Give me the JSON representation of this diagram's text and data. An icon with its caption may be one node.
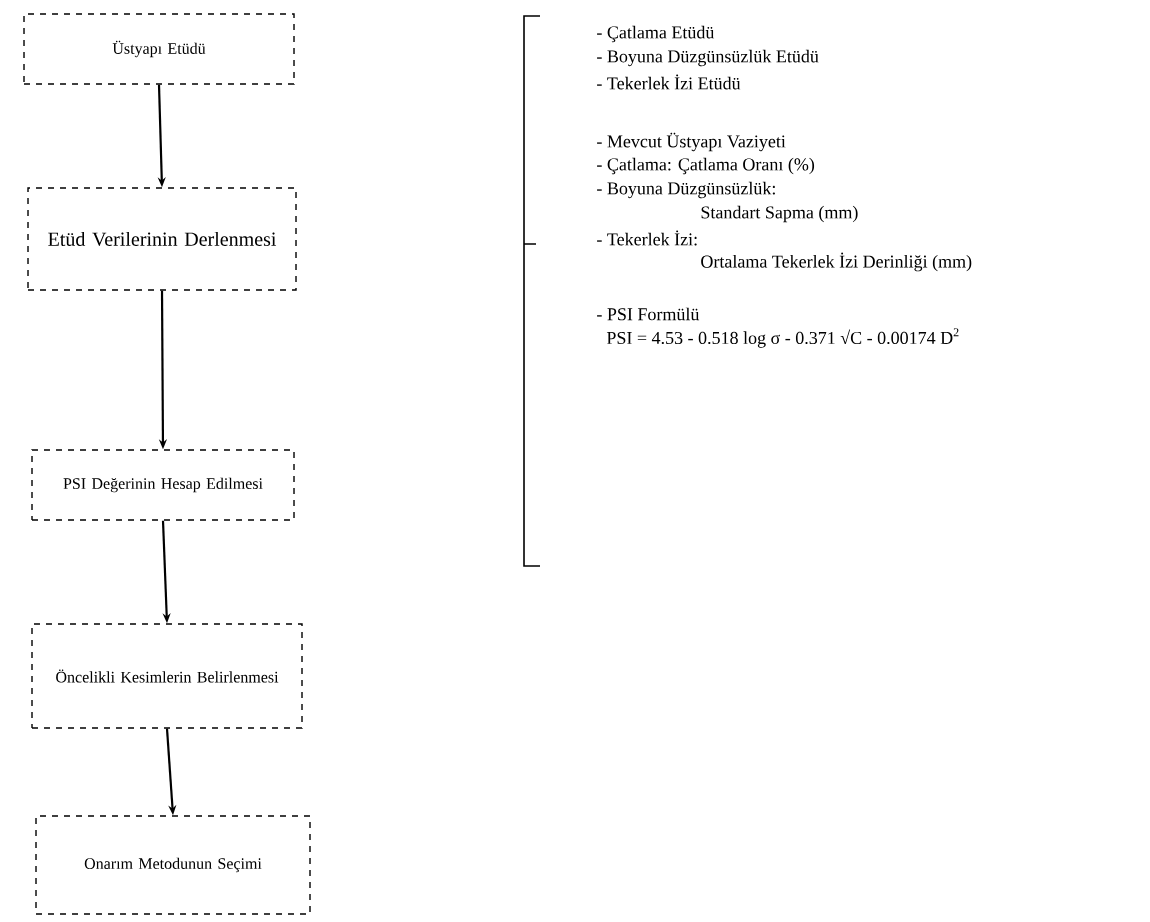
{
  "diagram": {
    "nodes": [
      {
        "text": [
          "Üstyapı Etüdü"
        ]
      },
      {
        "text": [
          "Etüd Verilerinin Derlenmesi"
        ]
      },
      {
        "text": [
          "PSI Değerinin Hesap Edilmesi"
        ]
      },
      {
        "text": [
          "Öncelikli Kesimlerin Belirlenmesi"
        ]
      },
      {
        "text": [
          "Onarım Metodunun Seçimi"
        ]
      }
    ],
    "edges": [
      {
        "from": 0,
        "to": 1,
        "arrow": "to"
      },
      {
        "from": 1,
        "to": 2,
        "arrow": "to"
      },
      {
        "from": 2,
        "to": 3,
        "arrow": "to"
      },
      {
        "from": 3,
        "to": 4,
        "arrow": "to"
      }
    ],
    "labels": [
      "- Çatlama Etüdü",
      "- Boyuna Düzgünsüzlük Etüdü",
      "- Tekerlek İzi Etüdü",
      "- Mevcut Üstyapı Vaziyeti",
      "- Çatlama: Çatlama Oranı (%)",
      "- Boyuna Düzgünsüzlük:",
      "Standart Sapma (mm)",
      "- Tekerlek İzi:",
      "Ortalama Tekerlek İzi Derinliği (mm)",
      "- PSI Formülü",
      "PSI = 4.53 - 0.518 log σ - 0.371 √C - 0.00174 D$^{2}$"
    ]
  }
}
